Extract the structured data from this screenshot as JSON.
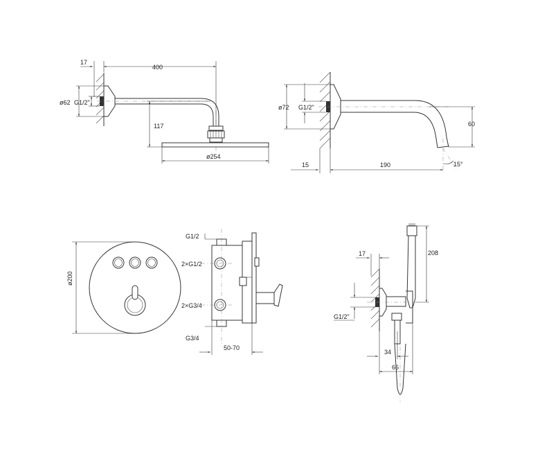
{
  "colors": {
    "line": "#333333",
    "background": "#ffffff",
    "centerline": "#888888"
  },
  "shower_arm": {
    "wall_offset": "17",
    "arm_length": "400",
    "flange_diameter": "ø62",
    "thread": "G1/2\"",
    "drop_height": "117",
    "head_diameter": "ø254"
  },
  "spout": {
    "flange_diameter": "ø72",
    "thread": "G1/2\"",
    "height": "60",
    "wall_offset": "15",
    "reach": "190",
    "angle": "15°"
  },
  "mixer": {
    "plate_diameter": "ø200",
    "top_connection": "G1/2",
    "inlets": "2×G1/2",
    "outlets": "2×G3/4",
    "bottom_connection": "G3/4",
    "install_depth": "50-70"
  },
  "hand_shower": {
    "wall_offset": "17",
    "length": "208",
    "thread": "G1/2\"",
    "outlet_offset": "34",
    "holder_width": "66"
  },
  "icons": [
    "wall-hatch-icon",
    "handle-icon",
    "button-icon",
    "dimension-arrow-icon"
  ]
}
